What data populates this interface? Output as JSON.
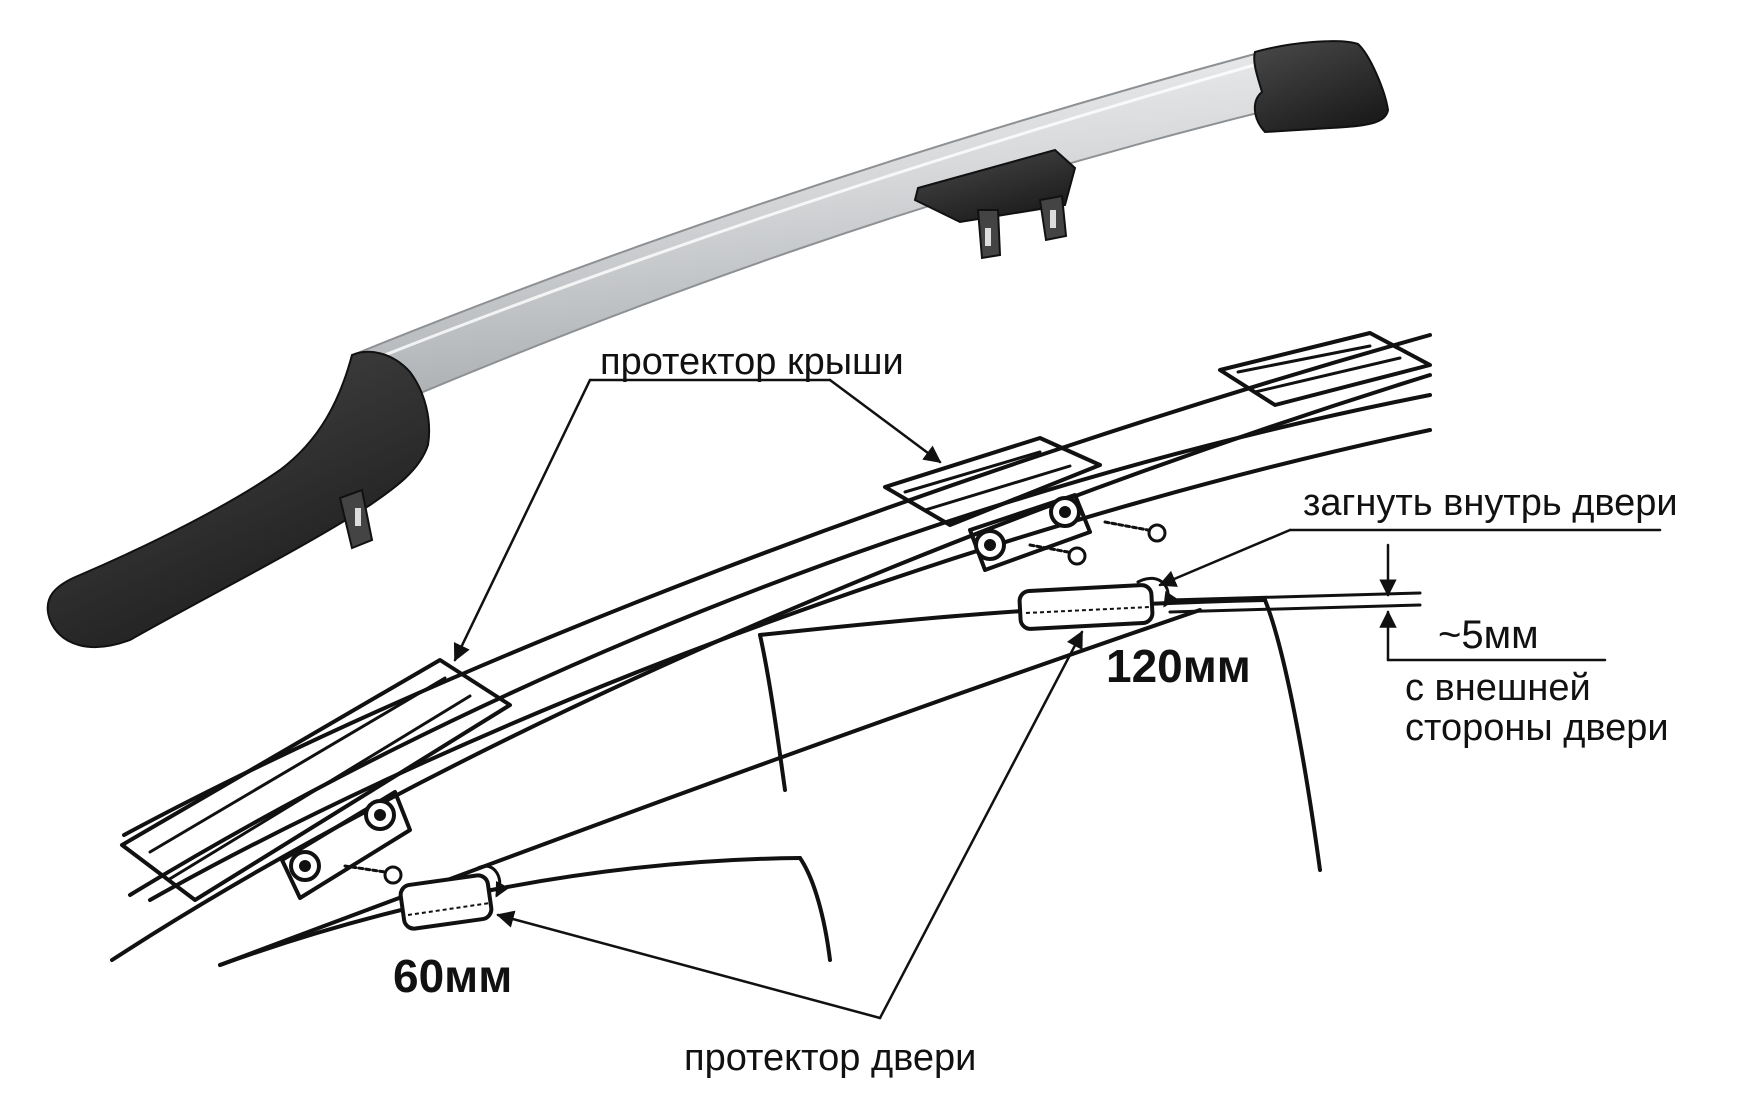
{
  "labels": {
    "roof_protector": "протектор крыши",
    "door_protector": "протектор двери",
    "fold_inside": "загнуть внутрь двери",
    "gap": "~5мм",
    "outer_side_line1": "с внешней",
    "outer_side_line2": "стороны двери",
    "len_front": "60мм",
    "len_rear": "120мм"
  },
  "colors": {
    "ink": "#111111",
    "rail_silver": "#d9dbdd",
    "rail_cap": "#2b2b2b",
    "background": "#ffffff"
  }
}
